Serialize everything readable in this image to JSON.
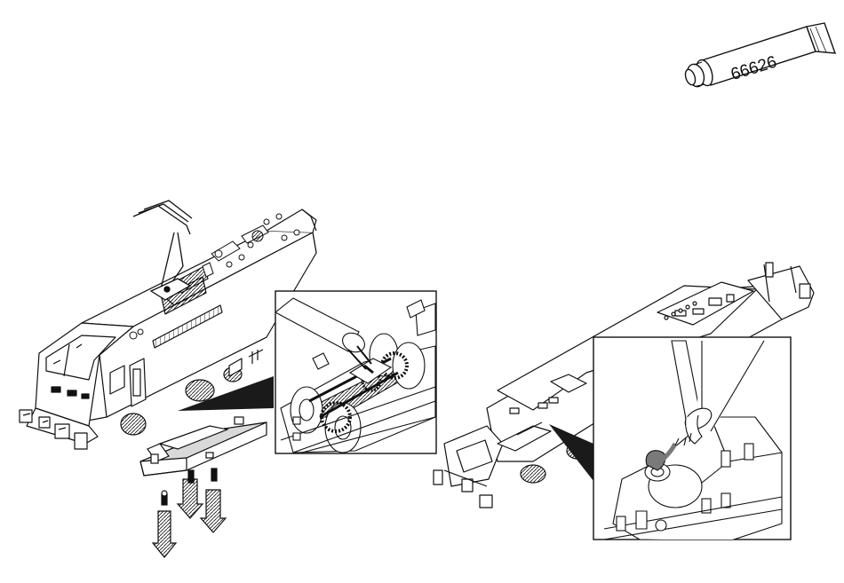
{
  "grease_tube": {
    "part_number": "66626",
    "icon": "grease-tube-icon"
  },
  "colors": {
    "line": "#111111",
    "background": "#ffffff",
    "grease": "#7a7a7a",
    "shadow": "#1a1a1a"
  },
  "illustrations": {
    "left": "locomotive-body-removal",
    "left_detail": "bogie-gear-greasing-detail",
    "right": "chassis-frame",
    "right_detail": "motor-worm-greasing-detail"
  }
}
